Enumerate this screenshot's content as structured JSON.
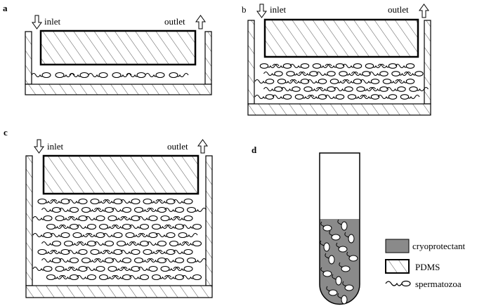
{
  "panels": {
    "a": {
      "letter": "a",
      "inlet": "inlet",
      "outlet": "outlet"
    },
    "b": {
      "letter": "b",
      "inlet": "inlet",
      "outlet": "outlet"
    },
    "c": {
      "letter": "c",
      "inlet": "inlet",
      "outlet": "outlet"
    },
    "d": {
      "letter": "d"
    }
  },
  "legend": {
    "cryoprotectant": "cryoprotectant",
    "pdms": "PDMS",
    "spermatozoa": "spermatozoa"
  },
  "colors": {
    "cryoprotectant": "#8a8a8a",
    "stroke": "#000000"
  }
}
